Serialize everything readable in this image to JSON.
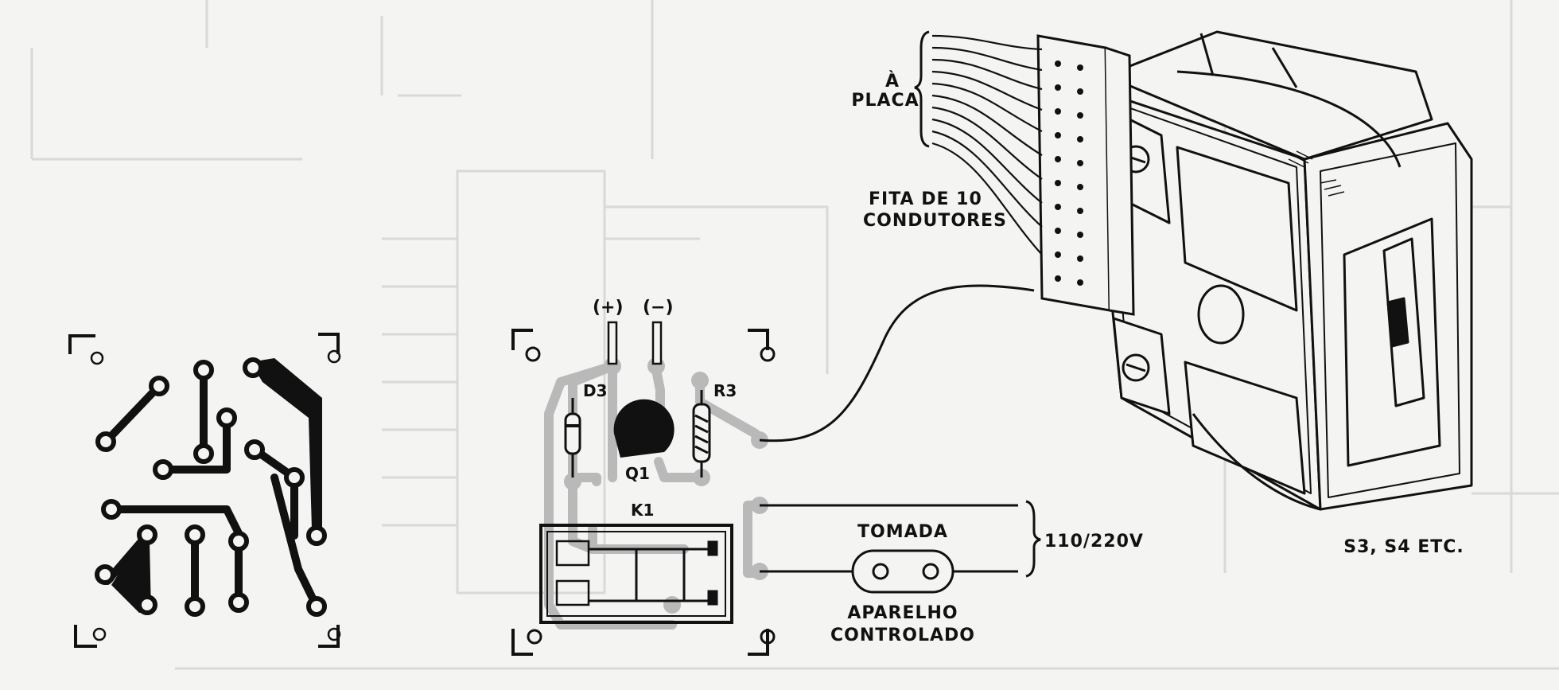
{
  "labels": {
    "a_placa_1": "À",
    "a_placa_2": "PLACA",
    "fita_1": "FITA DE 10",
    "fita_2": "CONDUTORES",
    "plus": "(+)",
    "minus": "(−)",
    "d3": "D3",
    "r3": "R3",
    "q1": "Q1",
    "k1": "K1",
    "tomada": "TOMADA",
    "aparelho_1": "APARELHO",
    "aparelho_2": "CONTROLADO",
    "voltage": "110/220V",
    "switch_label": "S3, S4 ETC."
  },
  "colors": {
    "ink": "#111111",
    "paper": "#f4f4f2",
    "silk": "#b9b9b9",
    "ghost": "#d9d9d6"
  }
}
